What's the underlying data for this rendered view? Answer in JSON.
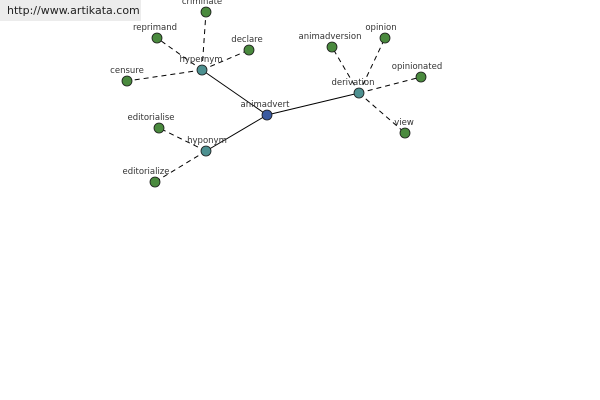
{
  "watermark": "http://www.artikata.com",
  "colors": {
    "center_node": "#3a5aa0",
    "relation_node": "#4d9090",
    "leaf_node": "#4a8a3e",
    "edge": "#000000"
  },
  "graph": {
    "center": {
      "id": "animadvert",
      "label": "animadvert"
    },
    "relations": [
      {
        "id": "hypernym",
        "label": "hypernym"
      },
      {
        "id": "hyponym",
        "label": "hyponym"
      },
      {
        "id": "derivation",
        "label": "derivation"
      }
    ],
    "leaves": [
      {
        "id": "criminate",
        "label": "criminate",
        "relation": "hypernym"
      },
      {
        "id": "reprimand",
        "label": "reprimand",
        "relation": "hypernym"
      },
      {
        "id": "declare",
        "label": "declare",
        "relation": "hypernym"
      },
      {
        "id": "censure",
        "label": "censure",
        "relation": "hypernym"
      },
      {
        "id": "editorialise",
        "label": "editorialise",
        "relation": "hyponym"
      },
      {
        "id": "editorialize",
        "label": "editorialize",
        "relation": "hyponym"
      },
      {
        "id": "animadversion",
        "label": "animadversion",
        "relation": "derivation"
      },
      {
        "id": "opinion",
        "label": "opinion",
        "relation": "derivation"
      },
      {
        "id": "opinionated",
        "label": "opinionated",
        "relation": "derivation"
      },
      {
        "id": "view",
        "label": "view",
        "relation": "derivation"
      }
    ]
  }
}
